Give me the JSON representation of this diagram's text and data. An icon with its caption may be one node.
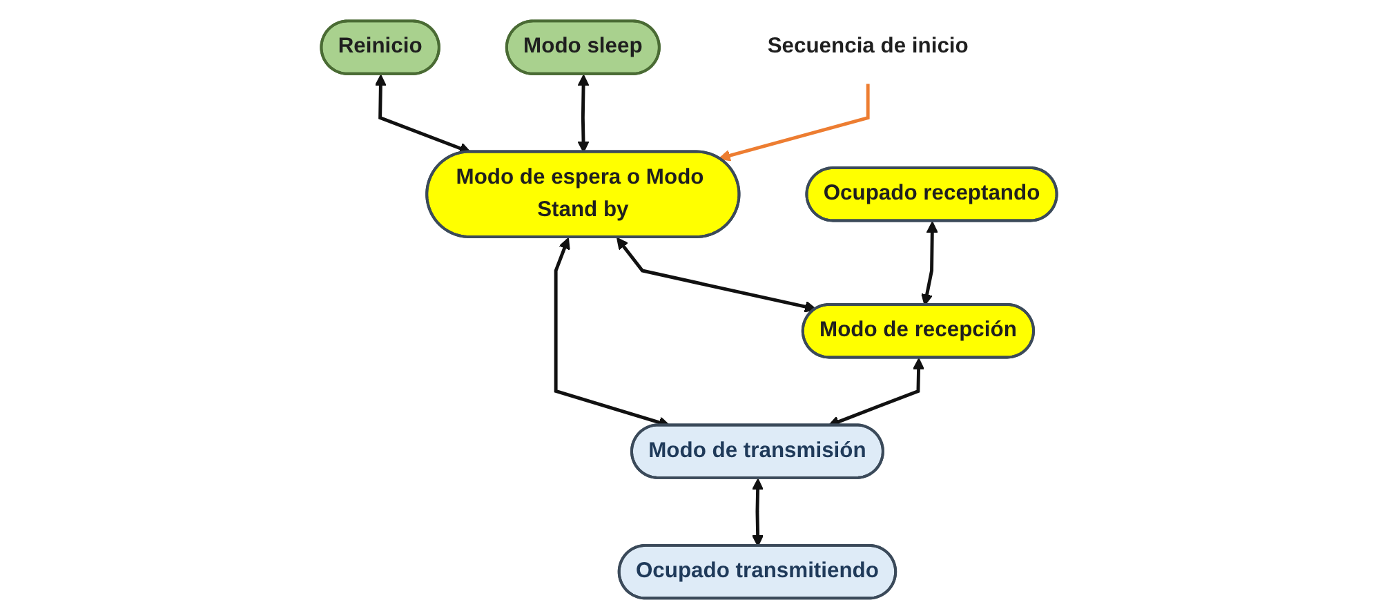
{
  "diagram": {
    "nodes": [
      {
        "text": [
          "Reinicio"
        ]
      },
      {
        "text": [
          "Modo sleep"
        ]
      },
      {
        "text": [
          "Secuencia de inicio"
        ]
      },
      {
        "text": [
          "Modo de espera o Modo Stand by"
        ]
      },
      {
        "text": [
          "Ocupado receptando"
        ]
      },
      {
        "text": [
          "Modo de recepción"
        ]
      },
      {
        "text": [
          "Modo de transmisión"
        ]
      },
      {
        "text": [
          "Ocupado transmitiendo"
        ]
      }
    ],
    "edges": [
      {
        "from": 0,
        "to": 3,
        "arrow": "both"
      },
      {
        "from": 1,
        "to": 3,
        "arrow": "both"
      },
      {
        "from": 2,
        "to": 3,
        "arrow": "to",
        "color": "#ed7d31"
      },
      {
        "from": 3,
        "to": 5,
        "arrow": "both"
      },
      {
        "from": 3,
        "to": 6,
        "arrow": "both"
      },
      {
        "from": 4,
        "to": 5,
        "arrow": "both"
      },
      {
        "from": 5,
        "to": 6,
        "arrow": "both"
      },
      {
        "from": 6,
        "to": 7,
        "arrow": "both"
      }
    ]
  }
}
